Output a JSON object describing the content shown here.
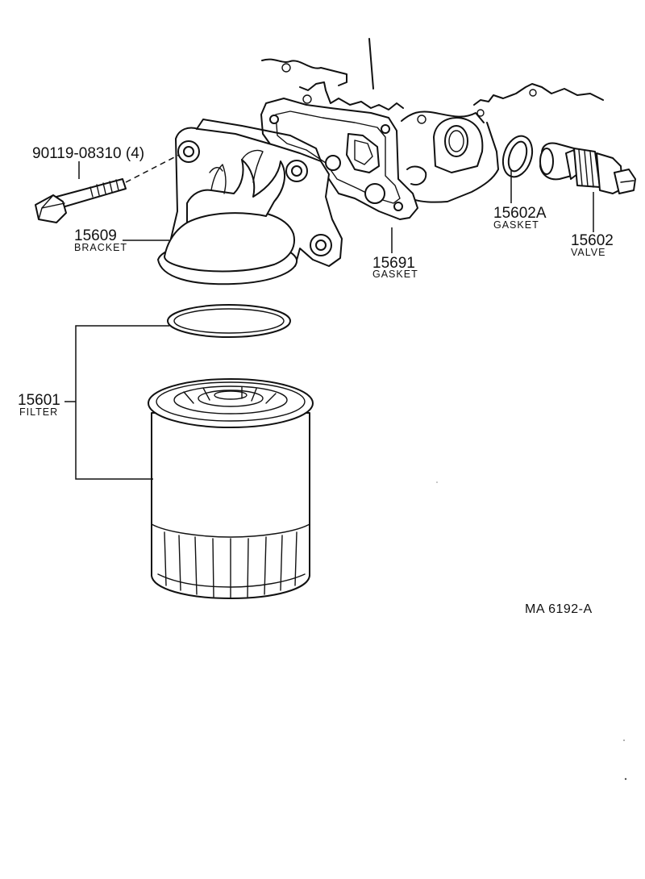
{
  "callouts": {
    "bolt": {
      "number": "90119-08310 (4)"
    },
    "bracket": {
      "number": "15609",
      "name": "BRACKET"
    },
    "gasket_block": {
      "number": "15691",
      "name": "GASKET"
    },
    "gasket_small": {
      "number": "15602A",
      "name": "GASKET"
    },
    "valve": {
      "number": "15602",
      "name": "VALVE"
    },
    "filter": {
      "number": "15601",
      "name": "FILTER"
    }
  },
  "drawing_code": "MA  6192-A"
}
